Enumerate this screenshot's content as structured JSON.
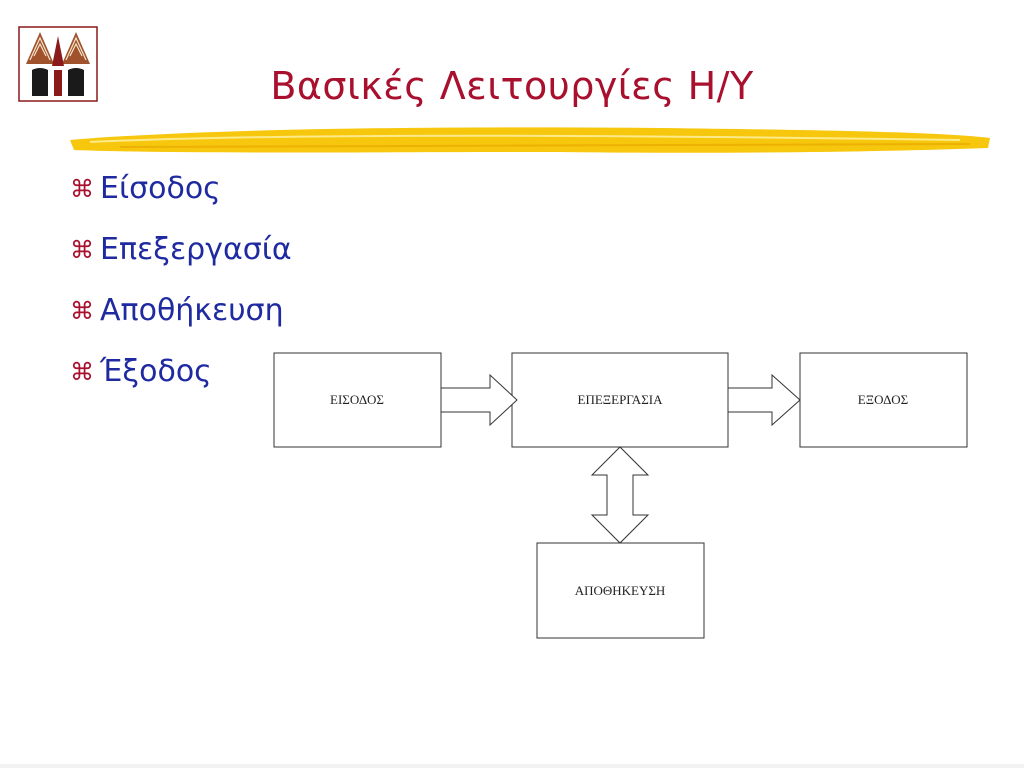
{
  "slide": {
    "title": "Βασικές Λειτουργίες Η/Υ",
    "bullets": [
      "Είσοδος",
      "Επεξεργασία",
      "Αποθήκευση",
      "Έξοδος"
    ],
    "bullet_glyph": "⌘"
  },
  "diagram": {
    "boxes": {
      "input": "ΕΙΣΟΔΟΣ",
      "processing": "ΕΠΕΞΕΡΓΑΣΙΑ",
      "output": "ΕΞΟΔΟΣ",
      "storage": "ΑΠΟΘΗΚΕΥΣΗ"
    }
  },
  "colors": {
    "title": "#a8102e",
    "bullet_text": "#1f2aa0",
    "underline": "#f5c400",
    "logo": "#8b1a1a"
  }
}
